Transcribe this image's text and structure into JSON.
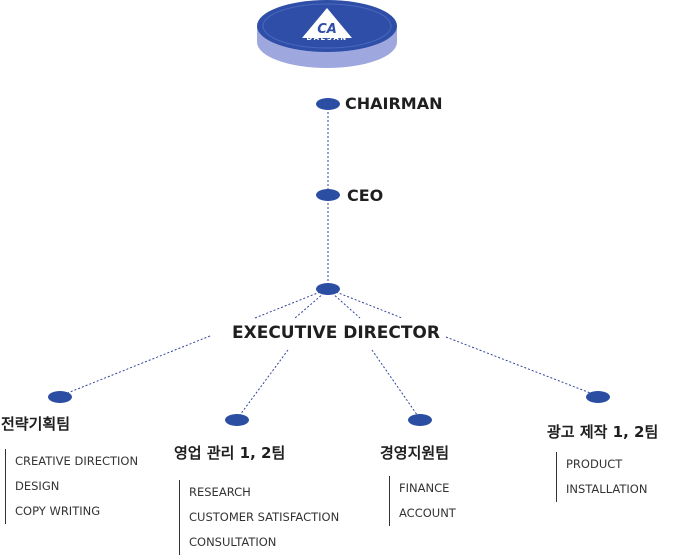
{
  "logo": {
    "mark": "CA",
    "name": "DAESAN"
  },
  "chairman": {
    "label": "CHAIRMAN"
  },
  "ceo": {
    "label": "CEO"
  },
  "executive": {
    "label": "EXECUTIVE DIRECTOR"
  },
  "teams": [
    {
      "label": "전략기획팀",
      "duties": [
        "CREATIVE DIRECTION",
        "DESIGN",
        "COPY WRITING"
      ]
    },
    {
      "label": "영업 관리 1, 2팀",
      "duties": [
        "RESEARCH",
        "CUSTOMER SATISFACTION",
        "CONSULTATION"
      ]
    },
    {
      "label": "경영지원팀",
      "duties": [
        "FINANCE",
        "ACCOUNT"
      ]
    },
    {
      "label": "광고 제작 1, 2팀",
      "duties": [
        "PRODUCT",
        "INSTALLATION"
      ]
    }
  ],
  "colors": {
    "node": "#2b4ea3",
    "line": "#33449a",
    "logo_top": "#2f4ea8",
    "logo_side": "#9fa8de"
  }
}
